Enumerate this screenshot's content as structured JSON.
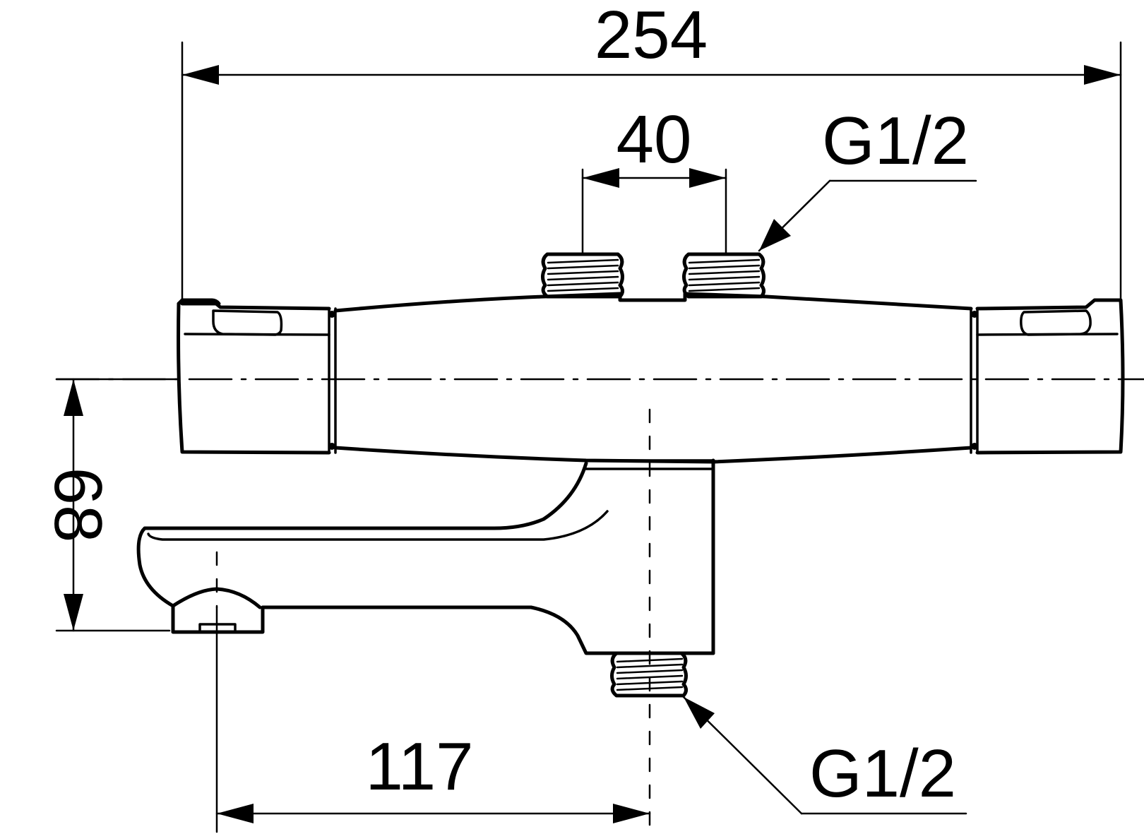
{
  "dimensions": {
    "overall_width": "254",
    "inlet_spacing": "40",
    "height": "68",
    "spout_offset": "117"
  },
  "threads": {
    "top_inlet": "G1/2",
    "bottom_outlet": "G1/2"
  },
  "colors": {
    "line": "#000000",
    "background": "#ffffff"
  }
}
